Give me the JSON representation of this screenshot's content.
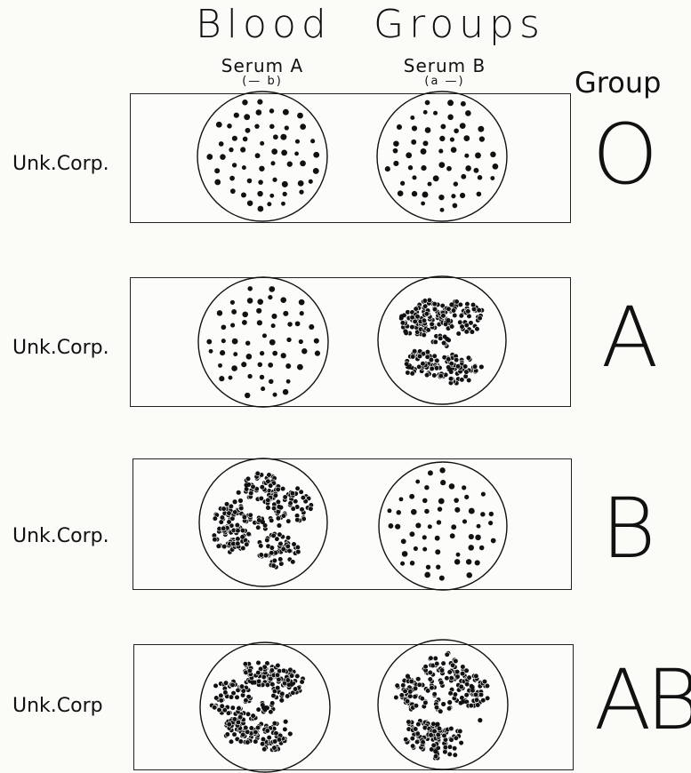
{
  "title": {
    "word1": "Blood",
    "word2": "Groups"
  },
  "columns": [
    {
      "name": "Serum A",
      "sub": "(— b)"
    },
    {
      "name": "Serum B",
      "sub": "(a —)"
    }
  ],
  "group_header": "Group",
  "rows": [
    {
      "label": "Unk.Corp.",
      "group": "O",
      "serum_a": "free",
      "serum_b": "free"
    },
    {
      "label": "Unk.Corp.",
      "group": "A",
      "serum_a": "free",
      "serum_b": "clumped"
    },
    {
      "label": "Unk.Corp.",
      "group": "B",
      "serum_a": "clumped",
      "serum_b": "free"
    },
    {
      "label": "Unk.Corp",
      "group": "AB",
      "serum_a": "clumped",
      "serum_b": "clumped"
    }
  ],
  "colors": {
    "ink": "#111111",
    "paper": "#fbfbf8"
  }
}
